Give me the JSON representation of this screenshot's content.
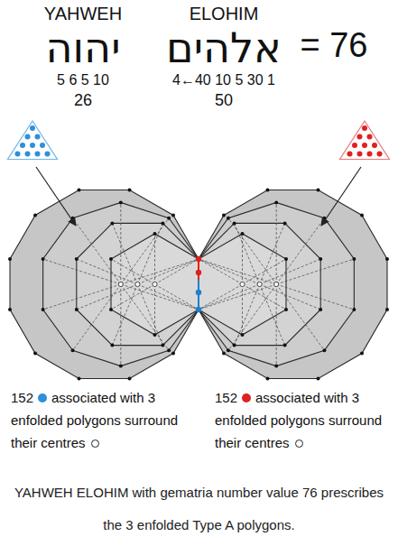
{
  "diagram": {
    "caption": "YAHWEH ELOHIM with gematria number value 76 prescribes the 3 enfolded Type A polygons.",
    "labels": [
      "YAHWEH",
      "ELOHIM",
      "יהוה",
      "אלהים",
      "= 76",
      "5 6 5 10",
      "26",
      "4←40 10 5 30 1",
      "50",
      "152",
      "associated with 3 enfolded polygons surround their centres",
      "152",
      "associated with 3 enfolded polygons surround their centres"
    ]
  }
}
